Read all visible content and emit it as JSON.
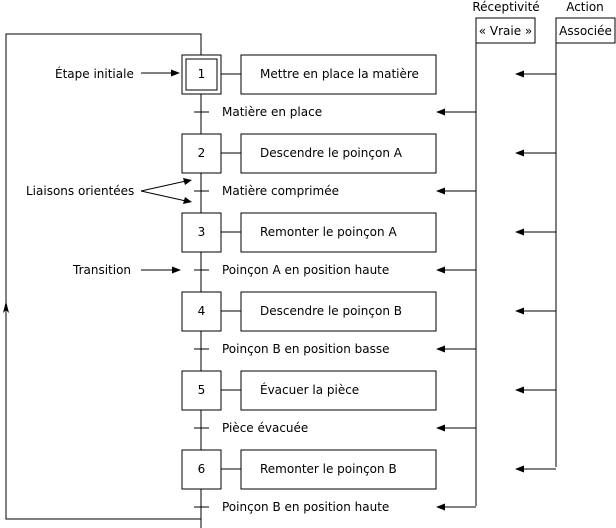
{
  "header": {
    "receptivite_label": "Réceptivité",
    "receptivite_value": "« Vraie »",
    "action_label": "Action",
    "action_value": "Associée"
  },
  "annotations": {
    "etape_initiale": "Étape initiale",
    "liaisons_orientees": "Liaisons orientées",
    "transition": "Transition"
  },
  "steps": [
    {
      "number": "1",
      "action": "Mettre en place la matière",
      "initial": true
    },
    {
      "number": "2",
      "action": "Descendre le poinçon A"
    },
    {
      "number": "3",
      "action": "Remonter le poinçon A"
    },
    {
      "number": "4",
      "action": "Descendre le poinçon B"
    },
    {
      "number": "5",
      "action": "Évacuer la pièce"
    },
    {
      "number": "6",
      "action": "Remonter le poinçon B"
    }
  ],
  "transitions": [
    "Matière en place",
    "Matière comprimée",
    "Poinçon A en position haute",
    "Poinçon B en position basse",
    "Pièce évacuée",
    "Poinçon B en position haute"
  ]
}
